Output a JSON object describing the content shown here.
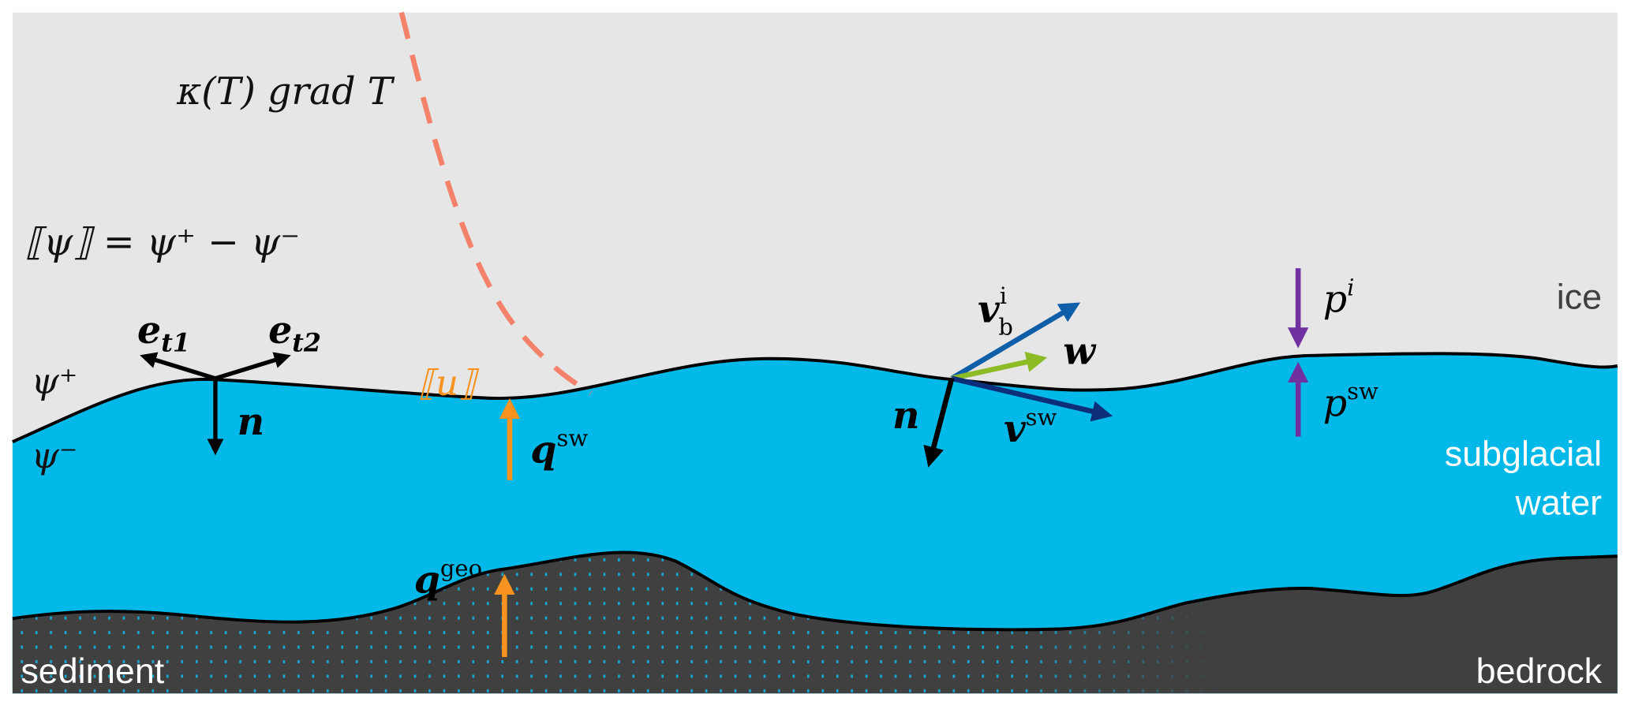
{
  "labels": {
    "ice": "ice",
    "subglacial_water_1": "subglacial",
    "subglacial_water_2": "water",
    "sediment": "sediment",
    "bedrock": "bedrock"
  },
  "math": {
    "heat_flux": "κ(T) grad T",
    "jump_def": "⟦ψ⟧ = ψ⁺ − ψ⁻",
    "psi_plus": "ψ⁺",
    "psi_minus": "ψ⁻",
    "e_t1": "e",
    "e_t1_sub": "t1",
    "e_t2": "e",
    "e_t2_sub": "t2",
    "n_left": "n",
    "jump_u": "⟦u⟧",
    "q_sw": "q",
    "q_sw_sup": "sw",
    "q_geo": "q",
    "q_geo_sup": "geo",
    "v_b_i": "v",
    "v_b_i_sup": "i",
    "v_b_i_sub": "b",
    "w": "w",
    "n_right": "n",
    "v_sw": "v",
    "v_sw_sup": "sw",
    "p_i": "p",
    "p_i_sup": "i",
    "p_sw": "p",
    "p_sw_sup": "sw"
  },
  "colors": {
    "ice": "#e6e6e6",
    "water": "#00b9e8",
    "bedrock": "#404040",
    "heat_flux": "#f4826a",
    "orange": "#f7931e",
    "blue_vb": "#0f5ea8",
    "navy_vsw": "#0d2f7a",
    "green_w": "#8cbb26",
    "purple_p": "#7030a0"
  }
}
